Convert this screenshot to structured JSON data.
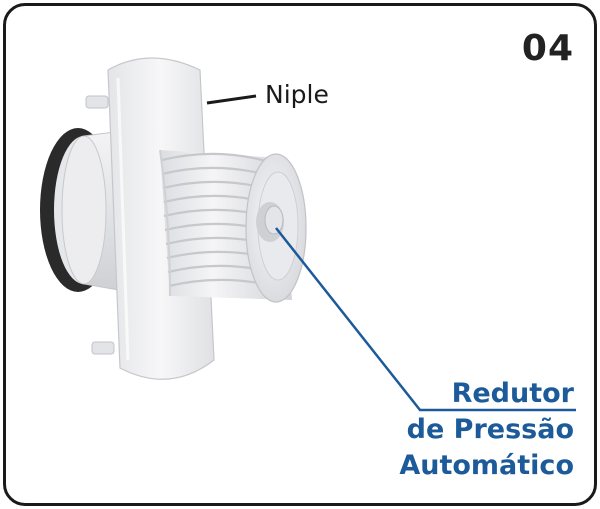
{
  "step": {
    "number": "04"
  },
  "labels": {
    "niple": "Niple",
    "redutor": [
      "Redutor",
      "de Pressão",
      "Automático"
    ]
  },
  "colors": {
    "accent": "#1c5a9a",
    "frame": "#1a1a1a",
    "part_light": "#f2f2f4",
    "part_shade": "#d4d5d9",
    "gasket": "#222222"
  },
  "icons": [
    "niple-fitting-illustration",
    "pressure-reducer-icon"
  ]
}
